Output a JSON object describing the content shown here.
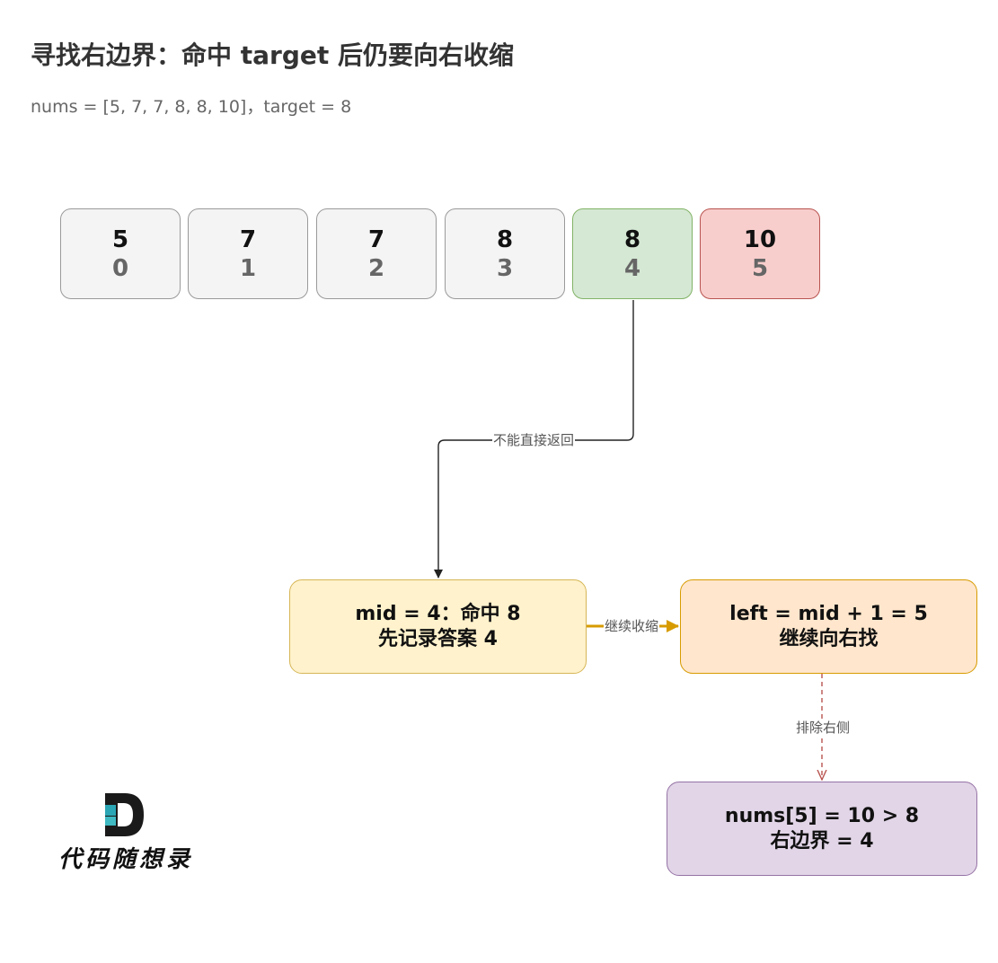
{
  "title": "寻找右边界：命中 target 后仍要向右收缩",
  "subtitle": "nums = [5, 7, 7, 8, 8, 10]，target = 8",
  "array": [
    {
      "value": "5",
      "index": "0",
      "state": "normal"
    },
    {
      "value": "7",
      "index": "1",
      "state": "normal"
    },
    {
      "value": "7",
      "index": "2",
      "state": "normal"
    },
    {
      "value": "8",
      "index": "3",
      "state": "normal"
    },
    {
      "value": "8",
      "index": "4",
      "state": "hit"
    },
    {
      "value": "10",
      "index": "5",
      "state": "out"
    }
  ],
  "nodes": {
    "mid": {
      "line1": "mid = 4：命中 8",
      "line2": "先记录答案 4"
    },
    "left": {
      "line1": "left = mid + 1 = 5",
      "line2": "继续向右找"
    },
    "result": {
      "line1": "nums[5] = 10 > 8",
      "line2": "右边界 = 4"
    }
  },
  "edges": {
    "cell_to_mid": "不能直接返回",
    "mid_to_left": "继续收缩",
    "left_to_result": "排除右侧"
  },
  "logo": {
    "text": "代码随想录"
  },
  "colors": {
    "hit_fill": "#d5e8d4",
    "hit_stroke": "#82b366",
    "out_fill": "#f8cecc",
    "out_stroke": "#b85450",
    "mid_fill": "#fff2cc",
    "left_fill": "#ffe6cc",
    "result_fill": "#e1d5e7",
    "orange_arrow": "#d79b00",
    "red_dashed": "#b85450"
  }
}
